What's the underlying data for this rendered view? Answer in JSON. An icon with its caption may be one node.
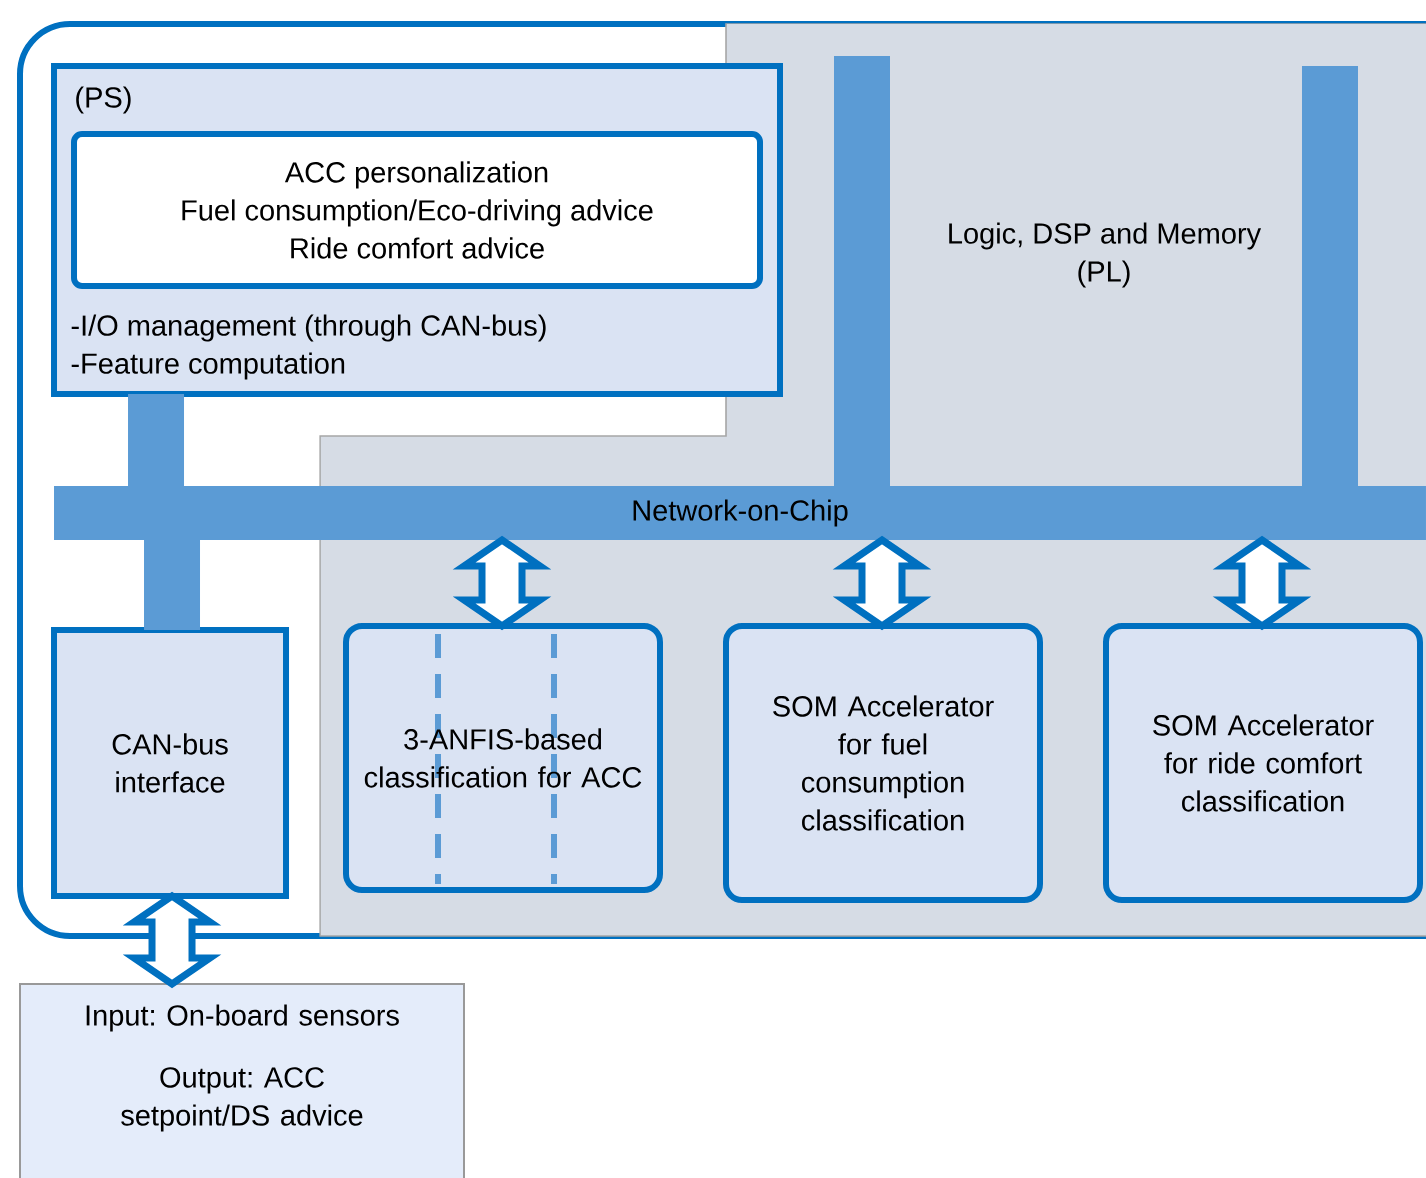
{
  "diagram": {
    "nodes": [
      {
        "text": [],
        "shape": "box"
      },
      {
        "text": [
          "(PS)",
          "-I/O management (through CAN-bus)",
          "-Feature computation"
        ],
        "in": 0
      },
      {
        "text": [
          "ACC personalization",
          "Fuel consumption/Eco-driving advice",
          "Ride comfort advice"
        ],
        "in": 1
      },
      {
        "text": [
          "Logic, DSP and Memory (PL)"
        ],
        "in": 0
      },
      {
        "text": [
          "Network-on-Chip"
        ],
        "in": 0
      },
      {
        "text": [
          "CAN-bus interface"
        ],
        "in": 0
      },
      {
        "text": [
          "3-ANFIS-based classification for ACC"
        ],
        "in": 3
      },
      {
        "text": [
          "SOM Accelerator for fuel consumption classification"
        ],
        "in": 3
      },
      {
        "text": [
          "SOM Accelerator for ride comfort classification"
        ],
        "in": 3
      },
      {
        "text": [
          "Input: On-board sensors",
          "Output: ACC setpoint/DS advice"
        ]
      }
    ],
    "edges": [
      {
        "from": 1,
        "to": 4,
        "arrow": "none"
      },
      {
        "from": 4,
        "to": 5,
        "arrow": "none"
      },
      {
        "from": 3,
        "to": 4,
        "arrow": "none"
      },
      {
        "from": 3,
        "to": 4,
        "arrow": "none"
      },
      {
        "from": 4,
        "to": 6,
        "arrow": "both"
      },
      {
        "from": 4,
        "to": 7,
        "arrow": "both"
      },
      {
        "from": 4,
        "to": 8,
        "arrow": "both"
      },
      {
        "from": 5,
        "to": 9,
        "arrow": "both"
      }
    ]
  }
}
